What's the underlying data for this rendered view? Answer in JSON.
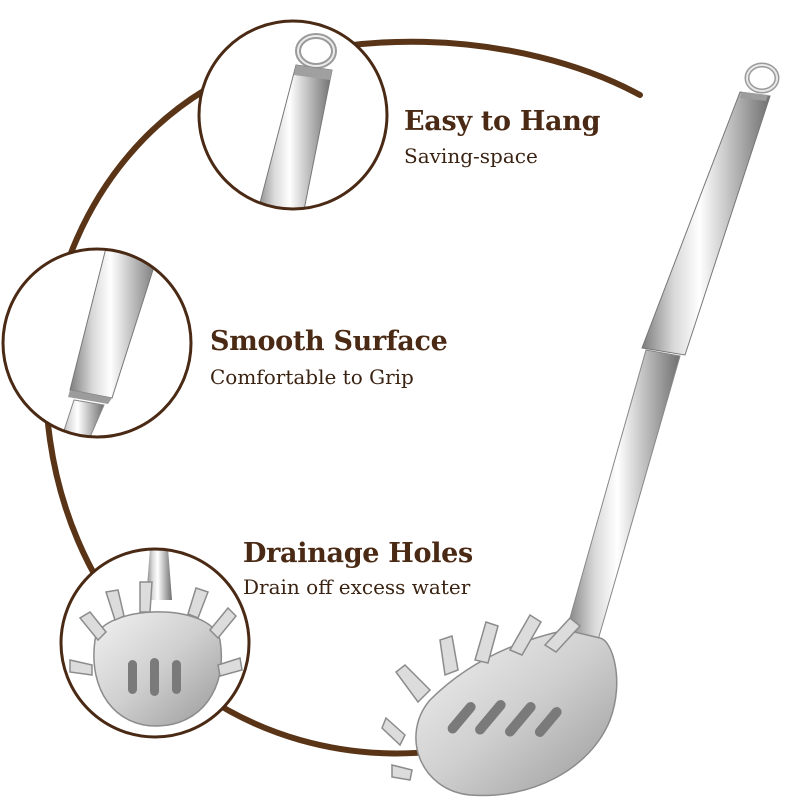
{
  "features": [
    {
      "title": "Easy to Hang",
      "subtitle": "Saving-space",
      "icon": "hanging-ring-closeup-icon"
    },
    {
      "title": "Smooth Surface",
      "subtitle": "Comfortable to Grip",
      "icon": "handle-closeup-icon"
    },
    {
      "title": "Drainage Holes",
      "subtitle": "Drain off excess water",
      "icon": "spoon-head-closeup-icon"
    }
  ],
  "colors": {
    "accent_brown": "#4a2a14",
    "ring_brown": "#5a3416",
    "steel_light": "#f4f4f4",
    "steel_dark": "#8a8a8a"
  },
  "product": {
    "icon": "pasta-server-spoon-icon"
  }
}
